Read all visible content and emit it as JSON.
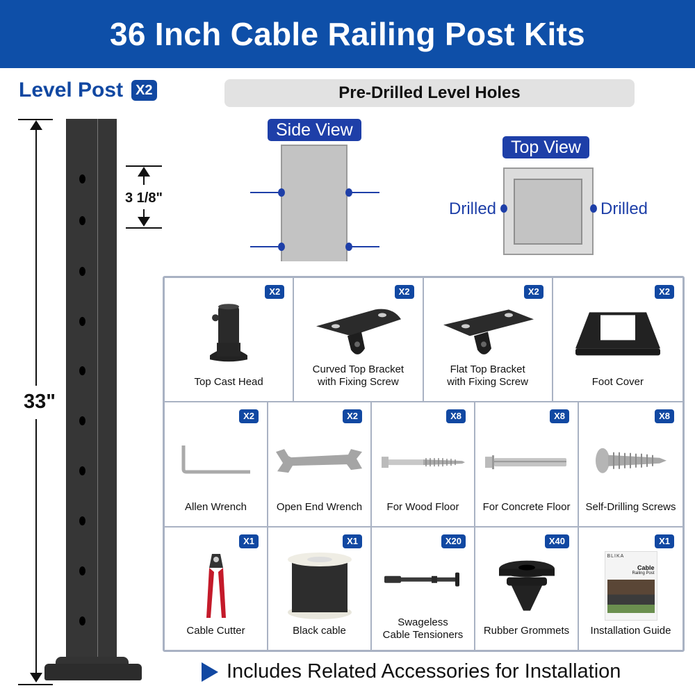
{
  "banner": {
    "title": "36 Inch Cable Railing Post Kits",
    "bg_color": "#0e4fa8"
  },
  "level_post": {
    "label": "Level Post",
    "qty": "X2"
  },
  "dimensions": {
    "total_height": "33\"",
    "hole_spacing": "3 1/8\""
  },
  "pre_drilled": {
    "title": "Pre-Drilled Level Holes",
    "side_view_label": "Side View",
    "top_view_label": "Top View",
    "left_drilled": "Drilled",
    "right_drilled": "Drilled"
  },
  "accent_color": "#1148a2",
  "parts": {
    "row1": [
      {
        "label": "Top Cast Head",
        "qty": "X2",
        "icon": "top-cast-head-icon"
      },
      {
        "label": "Curved Top Bracket with Fixing Screw",
        "line1": "Curved Top Bracket",
        "line2": "with Fixing Screw",
        "qty": "X2",
        "icon": "curved-bracket-icon"
      },
      {
        "label": "Flat Top Bracket with Fixing Screw",
        "line1": "Flat Top Bracket",
        "line2": "with Fixing Screw",
        "qty": "X2",
        "icon": "flat-bracket-icon"
      },
      {
        "label": "Foot Cover",
        "qty": "X2",
        "icon": "foot-cover-icon"
      }
    ],
    "row2": [
      {
        "label": "Allen Wrench",
        "qty": "X2",
        "icon": "allen-wrench-icon"
      },
      {
        "label": "Open End Wrench",
        "qty": "X2",
        "icon": "open-end-wrench-icon"
      },
      {
        "label": "For Wood Floor",
        "qty": "X8",
        "icon": "lag-screw-icon"
      },
      {
        "label": "For Concrete Floor",
        "qty": "X8",
        "icon": "anchor-bolt-icon"
      },
      {
        "label": "Self-Drilling Screws",
        "qty": "X8",
        "icon": "self-drilling-screw-icon"
      }
    ],
    "row3": [
      {
        "label": "Cable Cutter",
        "qty": "X1",
        "icon": "cable-cutter-icon"
      },
      {
        "label": "Black cable",
        "qty": "X1",
        "icon": "cable-spool-icon"
      },
      {
        "label": "Swageless Cable Tensioners",
        "line1": "Swageless",
        "line2": "Cable Tensioners",
        "qty": "X20",
        "icon": "tensioner-icon"
      },
      {
        "label": "Rubber Grommets",
        "qty": "X40",
        "icon": "grommet-icon"
      },
      {
        "label": "Installation Guide",
        "qty": "X1",
        "icon": "installation-guide-icon"
      }
    ]
  },
  "guide_cover": {
    "brand": "BLIKA",
    "title": "Cable",
    "subtitle": "Railing Post"
  },
  "footer": {
    "note": "Includes Related Accessories for Installation"
  }
}
